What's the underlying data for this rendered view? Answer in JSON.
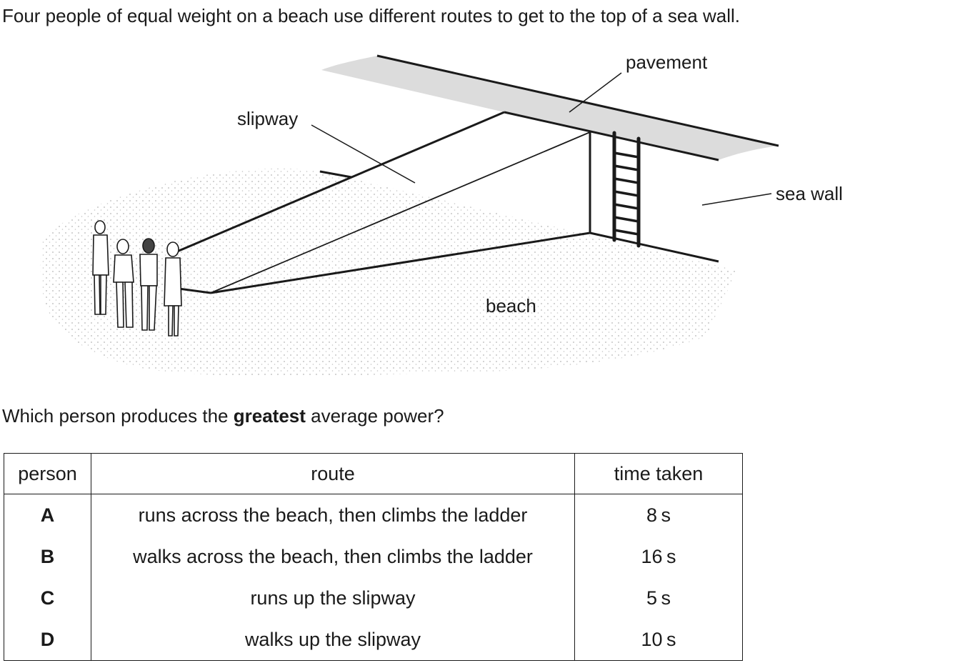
{
  "intro": "Four people of equal weight on a beach use different routes to get to the top of a sea wall.",
  "figure": {
    "labels": {
      "pavement": "pavement",
      "slipway": "slipway",
      "sea_wall": "sea wall",
      "beach": "beach"
    },
    "sand_color": "#c8c8c8",
    "pavement_color": "#dcdcdc",
    "line_color": "#1a1a1a"
  },
  "question": {
    "before": "Which person produces the ",
    "emphasis": "greatest",
    "after": " average power?"
  },
  "table": {
    "headers": [
      "person",
      "route",
      "time taken"
    ],
    "rows": [
      {
        "person": "A",
        "route": "runs across the beach, then climbs the ladder",
        "time": "8 s"
      },
      {
        "person": "B",
        "route": "walks across the beach, then climbs the ladder",
        "time": "16 s"
      },
      {
        "person": "C",
        "route": "runs up the slipway",
        "time": "5 s"
      },
      {
        "person": "D",
        "route": "walks up the slipway",
        "time": "10 s"
      }
    ]
  }
}
